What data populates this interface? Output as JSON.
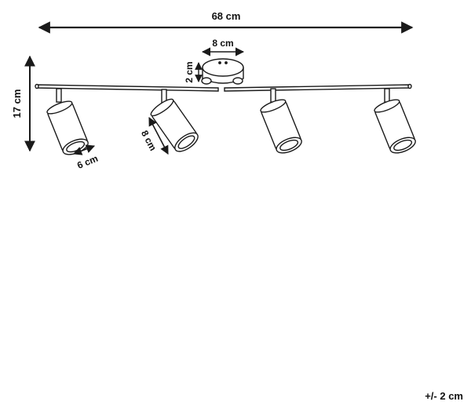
{
  "dimensions": {
    "total_width": "68 cm",
    "base_diameter": "8 cm",
    "base_height": "2 cm",
    "total_height": "17 cm",
    "spot_length": "8 cm",
    "spot_diameter": "6 cm"
  },
  "tolerance": "+/- 2 cm",
  "colors": {
    "line": "#1a1a1a",
    "background": "#ffffff"
  }
}
